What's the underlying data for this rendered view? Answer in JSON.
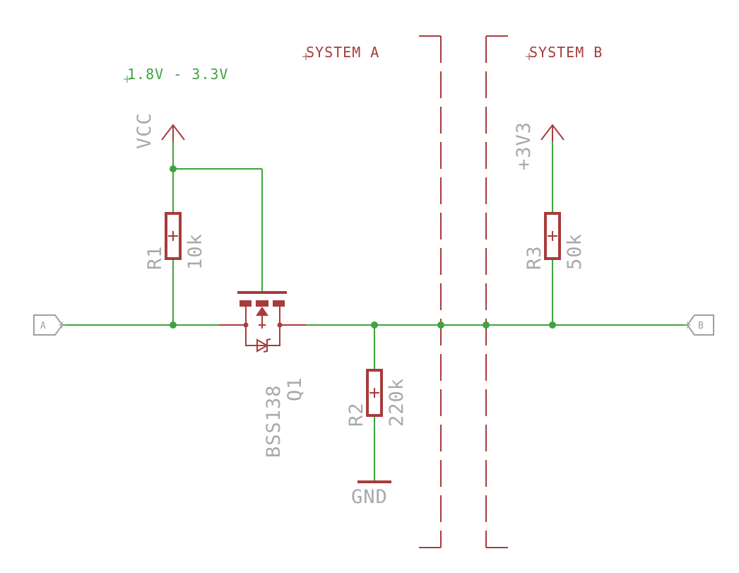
{
  "notes": {
    "voltage_range": "1.8V - 3.3V",
    "system_a": "SYSTEM A",
    "system_b": "SYSTEM B"
  },
  "supplies": {
    "vcc": "VCC",
    "plus_3v3": "+3V3",
    "gnd": "GND"
  },
  "components": {
    "r1": {
      "name": "R1",
      "value": "10k"
    },
    "r2": {
      "name": "R2",
      "value": "220k"
    },
    "r3": {
      "name": "R3",
      "value": "50k"
    },
    "q1": {
      "name": "Q1",
      "value": "BSS138"
    }
  },
  "ports": {
    "a": "A",
    "b": "B"
  },
  "colors": {
    "wire": "#3fa33f",
    "component": "#a83b3b",
    "label": "#a9a9a9"
  }
}
